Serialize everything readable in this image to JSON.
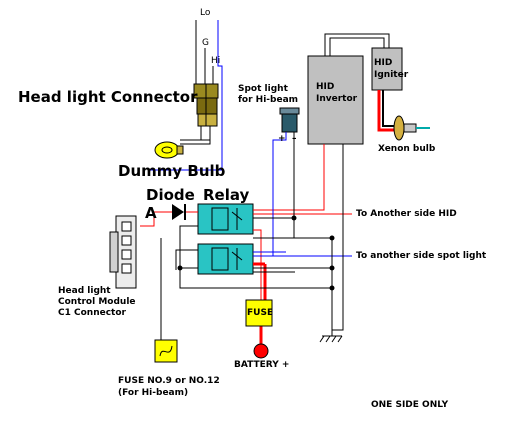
{
  "wire_labels": {
    "lo": "Lo",
    "g": "G",
    "hi": "Hi"
  },
  "labels": {
    "headlight_connector": "Head light Connector",
    "dummy_bulb": "Dummy Bulb",
    "diode": "Diode",
    "relay": "Relay",
    "point_a": "A",
    "spot_light": "Spot light",
    "spot_light_2": "for Hi-beam",
    "spot_plus": "+",
    "spot_minus": "–",
    "hid_invertor_1": "HID",
    "hid_invertor_2": "Invertor",
    "hid_igniter_1": "HID",
    "hid_igniter_2": "Igniter",
    "xenon_bulb": "Xenon bulb",
    "to_another_hid": "To Another side HID",
    "to_another_spot": "To another side spot light",
    "module_1": "Head light",
    "module_2": "Control Module",
    "module_3": "C1 Connector",
    "fuse": "FUSE",
    "battery": "BATTERY +",
    "fuse_no_1": "FUSE NO.9 or NO.12",
    "fuse_no_2": "(For Hi-beam)",
    "one_side": "ONE SIDE ONLY"
  },
  "colors": {
    "red_wire": "#ff0000",
    "blue_wire": "#0000ff",
    "relay_fill": "#29c4c4",
    "fuse_fill": "#ffff00",
    "battery_fill": "#ff0000",
    "hid_fill": "#c0c0c0",
    "connector_fill": "#8a7a10"
  }
}
